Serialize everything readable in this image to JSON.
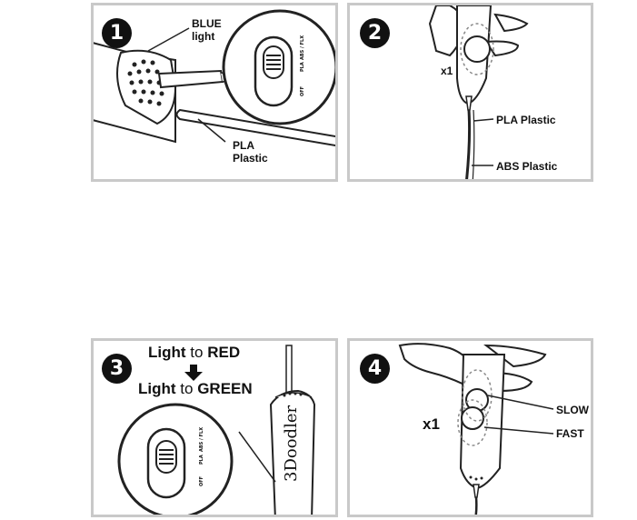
{
  "steps": [
    {
      "number": "1",
      "labels": {
        "blue_light": "BLUE\nlight",
        "pla_plastic": "PLA\nPlastic"
      },
      "switch": {
        "off": "OFF",
        "pla": "PLA",
        "abs_flx": "ABS / FLX"
      }
    },
    {
      "number": "2",
      "labels": {
        "count": "x1",
        "pla_plastic": "PLA Plastic",
        "abs_plastic": "ABS Plastic"
      }
    },
    {
      "number": "3",
      "labels": {
        "light_word": "Light",
        "to_word": "to",
        "red": "RED",
        "green": "GREEN",
        "brand": "3Doodler"
      },
      "switch": {
        "off": "OFF",
        "pla": "PLA",
        "abs_flx": "ABS / FLX"
      }
    },
    {
      "number": "4",
      "labels": {
        "count": "x1",
        "slow": "SLOW",
        "fast": "FAST"
      }
    }
  ]
}
